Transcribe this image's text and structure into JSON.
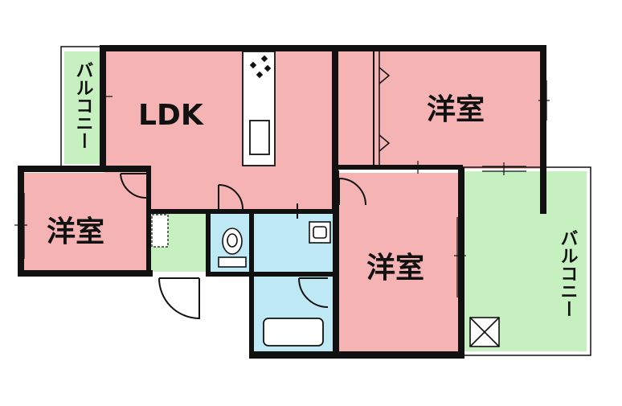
{
  "floor_plan": {
    "colors": {
      "room_pink": "#f5b3b3",
      "balcony_green": "#c6f0c0",
      "wet_blue": "#bfe8f5",
      "wall": "#111111",
      "background": "#ffffff"
    },
    "rooms": {
      "ldk": {
        "label": "LDK",
        "color": "#f5b3b3"
      },
      "western_upper_right": {
        "label": "洋室",
        "color": "#f5b3b3"
      },
      "western_left": {
        "label": "洋室",
        "color": "#f5b3b3"
      },
      "western_center": {
        "label": "洋室",
        "color": "#f5b3b3"
      },
      "balcony_left": {
        "label": "バルコニー",
        "color": "#c6f0c0"
      },
      "balcony_right": {
        "label": "バルコニー",
        "color": "#c6f0c0"
      },
      "entrance": {
        "label": "",
        "color": "#c6f0c0"
      },
      "toilet": {
        "label": "",
        "color": "#bfe8f5"
      },
      "washroom": {
        "label": "",
        "color": "#bfe8f5"
      },
      "bathroom": {
        "label": "",
        "color": "#bfe8f5"
      }
    },
    "fixtures": [
      "kitchen-counter",
      "stove",
      "sink",
      "toilet",
      "washbasin",
      "bathtub",
      "closet",
      "air-vent"
    ]
  }
}
